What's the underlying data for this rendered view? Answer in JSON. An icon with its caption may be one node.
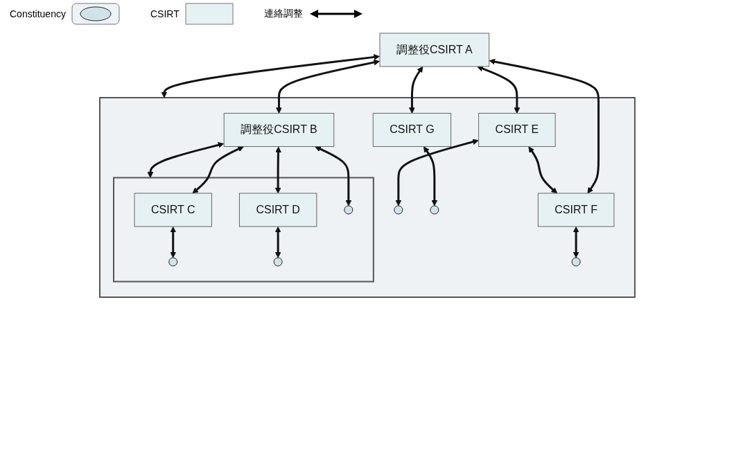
{
  "diagram": {
    "nodes": [
      {
        "text": [
          "調整役CSIRT A"
        ]
      },
      {
        "text": [],
        "shape": "box"
      },
      {
        "text": [
          "調整役CSIRT B"
        ],
        "in": 1
      },
      {
        "text": [],
        "shape": "box",
        "in": 1
      },
      {
        "text": [
          "CSIRT C"
        ],
        "in": 3
      },
      {
        "text": [
          "CSIRT D"
        ],
        "in": 3
      },
      {
        "text": [],
        "shape": "ellipse",
        "in": 3
      },
      {
        "text": [],
        "shape": "ellipse",
        "in": 3
      },
      {
        "text": [],
        "shape": "ellipse",
        "in": 3
      },
      {
        "text": [
          "CSIRT E"
        ],
        "in": 1
      },
      {
        "text": [
          "CSIRT F"
        ],
        "in": 1
      },
      {
        "text": [
          "CSIRT G"
        ],
        "in": 1
      },
      {
        "text": [],
        "shape": "ellipse",
        "in": 1
      },
      {
        "text": [],
        "shape": "ellipse",
        "in": 1
      },
      {
        "text": [],
        "shape": "ellipse",
        "in": 1
      }
    ],
    "edges": [
      {
        "from": 0,
        "to": 2,
        "arrow": "both"
      },
      {
        "from": 0,
        "to": 1,
        "arrow": "both"
      },
      {
        "from": 0,
        "to": 9,
        "arrow": "both"
      },
      {
        "from": 0,
        "to": 10,
        "arrow": "both"
      },
      {
        "from": 0,
        "to": 11,
        "arrow": "both"
      },
      {
        "from": 2,
        "to": 4,
        "arrow": "both"
      },
      {
        "from": 2,
        "to": 5,
        "arrow": "both"
      },
      {
        "from": 2,
        "to": 3,
        "arrow": "both"
      },
      {
        "from": 2,
        "to": 6,
        "arrow": "both"
      },
      {
        "from": 4,
        "to": 7,
        "arrow": "both"
      },
      {
        "from": 5,
        "to": 8,
        "arrow": "both"
      },
      {
        "from": 9,
        "to": 10,
        "arrow": "both"
      },
      {
        "from": 9,
        "to": 12,
        "arrow": "both"
      },
      {
        "from": 10,
        "to": 13,
        "arrow": "both"
      },
      {
        "from": 11,
        "to": 14,
        "arrow": "both"
      }
    ],
    "legend": [
      {
        "text": "Constituency"
      },
      {
        "text": "CSIRT"
      },
      {
        "text": "連絡調整"
      }
    ]
  }
}
